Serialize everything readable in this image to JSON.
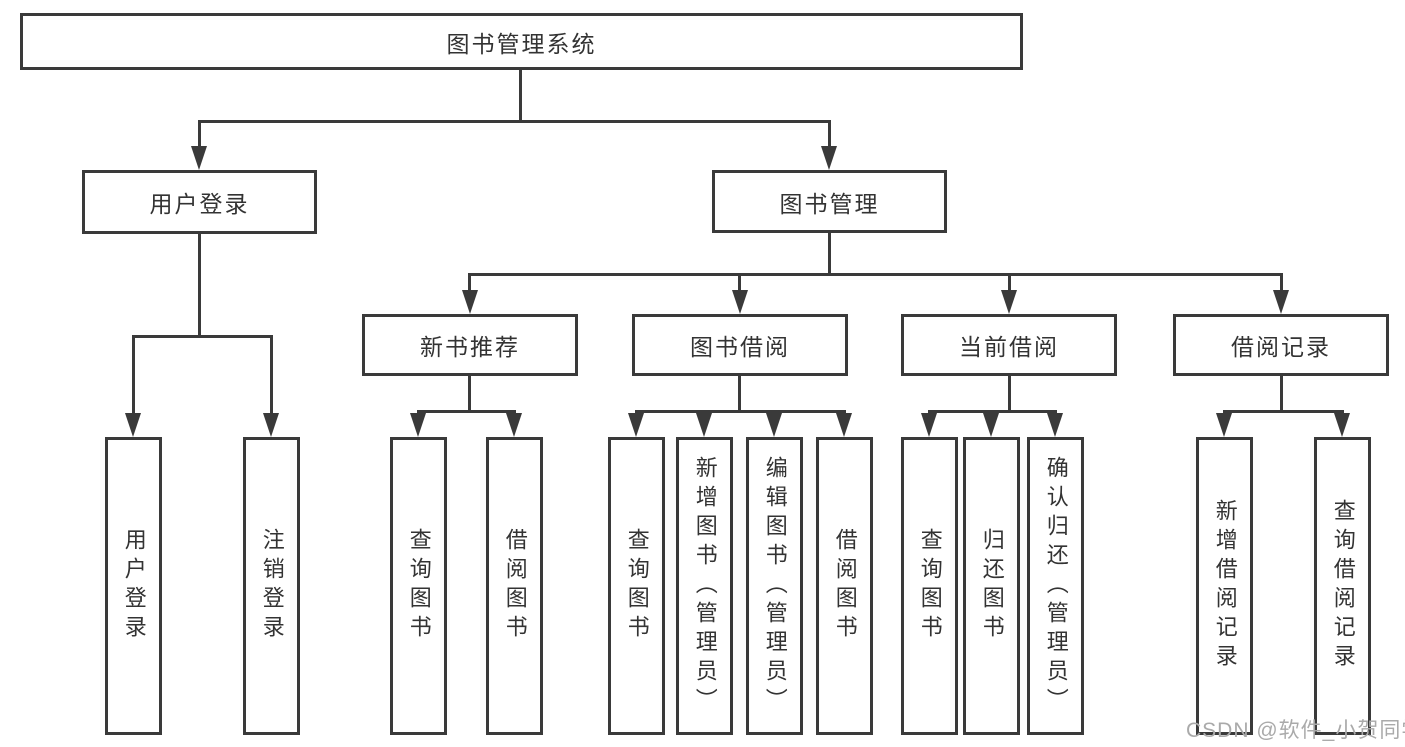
{
  "tree": {
    "label": "图书管理系统",
    "children": [
      {
        "label": "用户登录",
        "children": [
          {
            "label": "用户登录"
          },
          {
            "label": "注销登录"
          }
        ]
      },
      {
        "label": "图书管理",
        "children": [
          {
            "label": "新书推荐",
            "children": [
              {
                "label": "查询图书"
              },
              {
                "label": "借阅图书"
              }
            ]
          },
          {
            "label": "图书借阅",
            "children": [
              {
                "label": "查询图书"
              },
              {
                "label": "新增图书（管理员）"
              },
              {
                "label": "编辑图书（管理员）"
              },
              {
                "label": "借阅图书"
              }
            ]
          },
          {
            "label": "当前借阅",
            "children": [
              {
                "label": "查询图书"
              },
              {
                "label": "归还图书"
              },
              {
                "label": "确认归还（管理员）"
              }
            ]
          },
          {
            "label": "借阅记录",
            "children": [
              {
                "label": "新增借阅记录"
              },
              {
                "label": "查询借阅记录"
              }
            ]
          }
        ]
      }
    ]
  },
  "watermark": "CSDN @软件_小贺同学",
  "colors": {
    "line": "#3a3a3a",
    "text": "#333333",
    "watermark": "#aaaaaa",
    "background": "#ffffff"
  }
}
